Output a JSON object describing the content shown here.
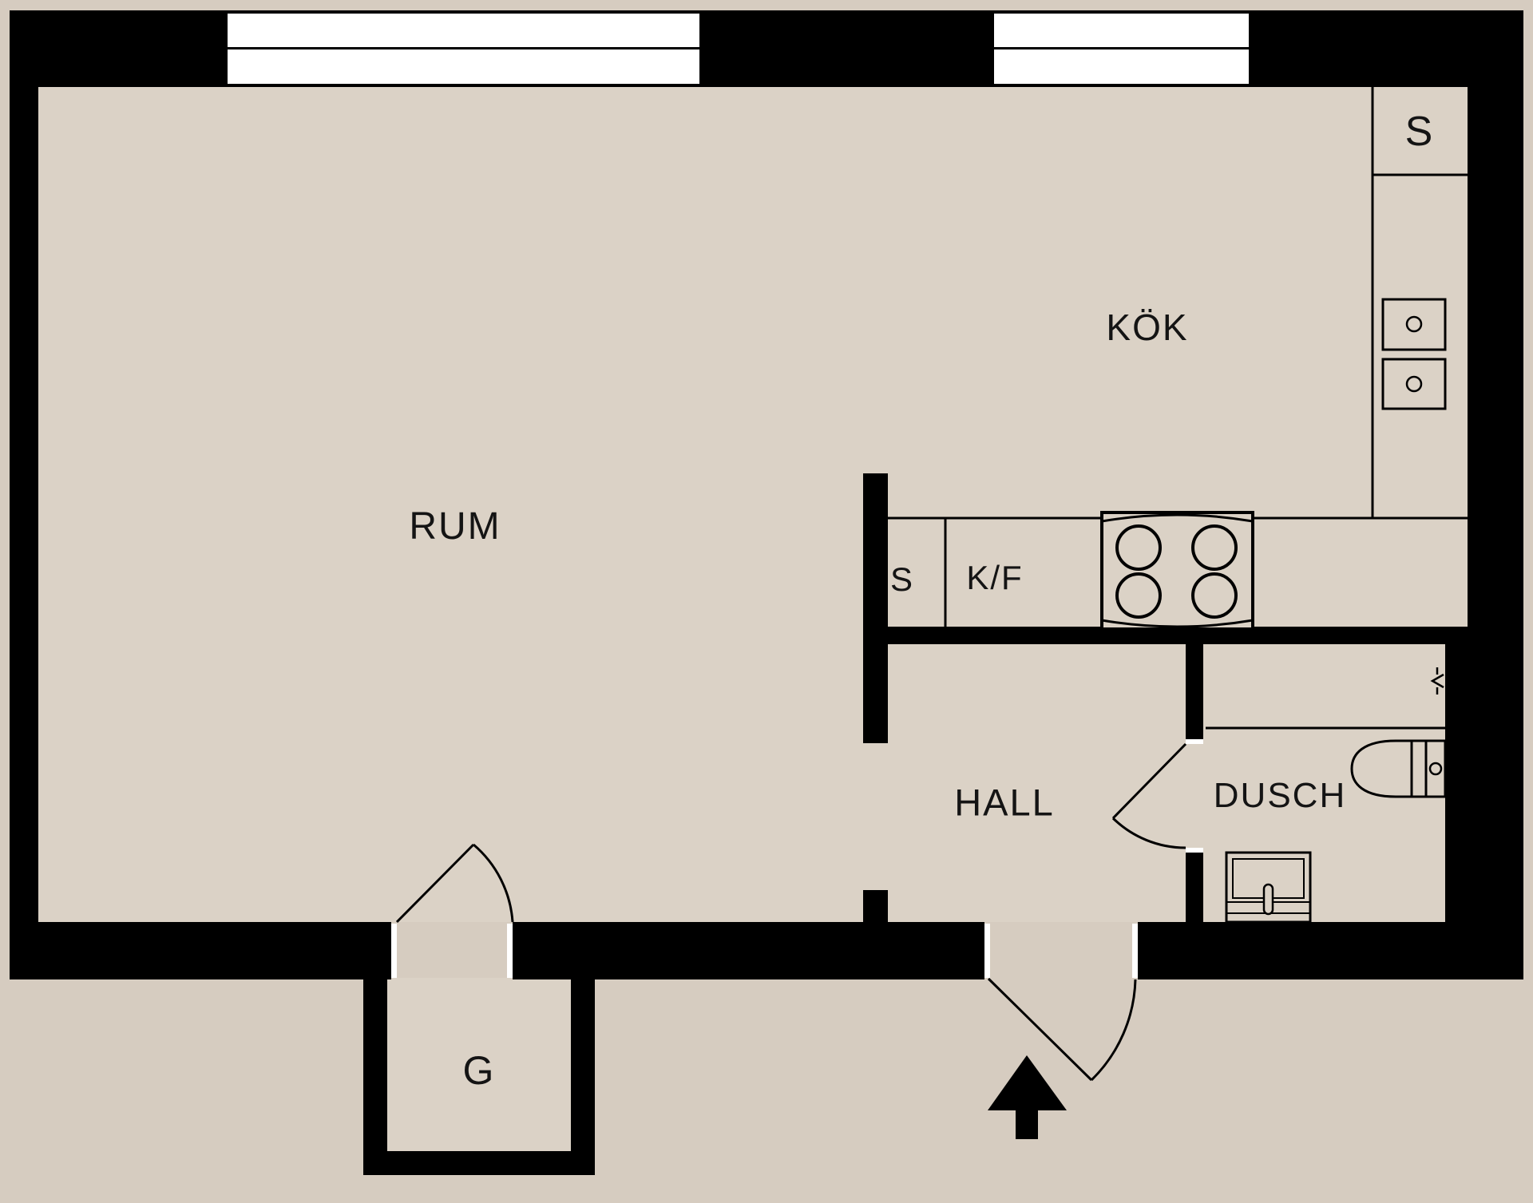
{
  "plan": {
    "title": "studio apartment floor plan",
    "rooms": [
      {
        "id": "rum",
        "label": "RUM"
      },
      {
        "id": "kok",
        "label": "KÖK"
      },
      {
        "id": "hall",
        "label": "HALL"
      },
      {
        "id": "dusch",
        "label": "DUSCH"
      },
      {
        "id": "garderob",
        "label": "G"
      }
    ],
    "fixtures": [
      {
        "id": "closet-tall",
        "label": "S"
      },
      {
        "id": "sink-cabinet",
        "label": "S"
      },
      {
        "id": "fridge-freezer",
        "label": "K/F"
      }
    ],
    "colors": {
      "wall": "#000000",
      "floor": "#dbd2c6",
      "background": "#d6ccc0",
      "window": "#ffffff"
    }
  }
}
